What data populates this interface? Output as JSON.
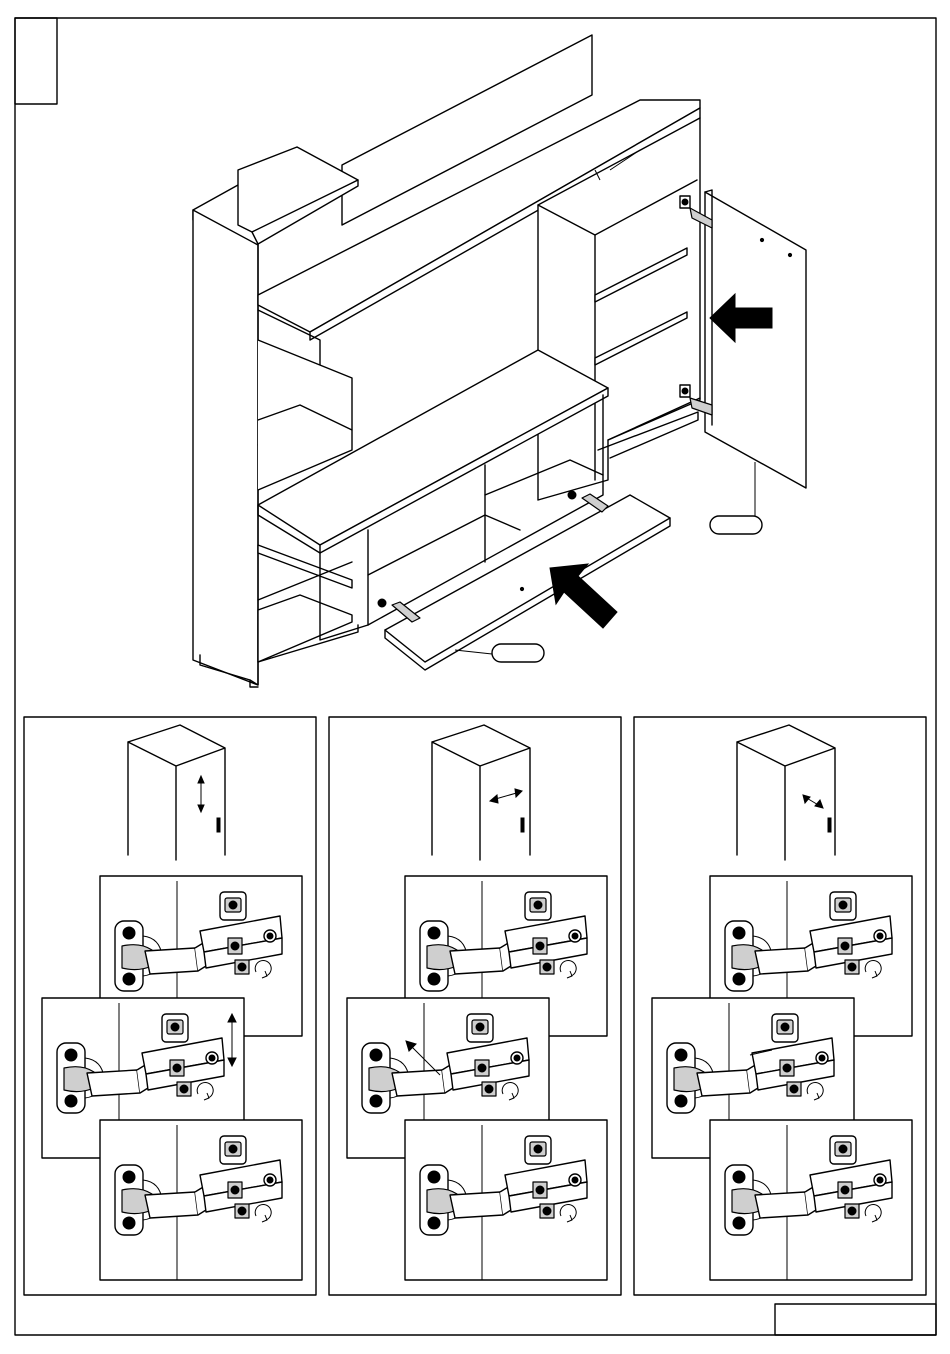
{
  "page": {
    "step_number": "",
    "page_footer": ""
  },
  "main_illustration": {
    "door_part_label": "",
    "flap_part_label": ""
  },
  "panels": [
    {
      "id": "vertical",
      "adjustment": "up-down"
    },
    {
      "id": "lateral",
      "adjustment": "left-right"
    },
    {
      "id": "depth",
      "adjustment": "in-out"
    }
  ],
  "colors": {
    "line": "#000000",
    "background": "#ffffff",
    "shade": "#cfcfcf"
  }
}
